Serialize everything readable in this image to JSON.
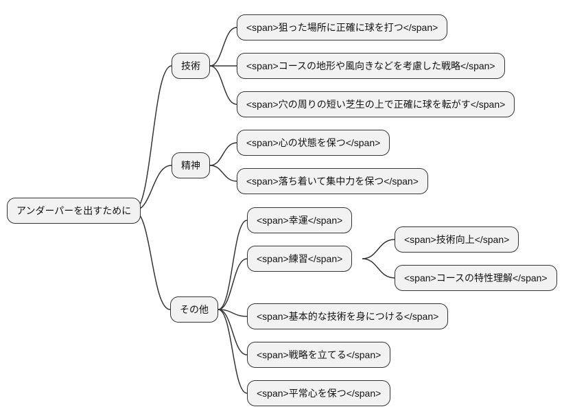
{
  "diagram": {
    "type": "mindmap",
    "node_fill": "#f2f2f2",
    "node_border": "#333333",
    "edge_color": "#333333",
    "root": {
      "label": "アンダーパーを出すために",
      "children": [
        {
          "label": "技術",
          "children": [
            {
              "label": "<span>狙った場所に正確に球を打つ</span>"
            },
            {
              "label": "<span>コースの地形や風向きなどを考慮した戦略</span>"
            },
            {
              "label": "<span>穴の周りの短い芝生の上で正確に球を転がす</span>"
            }
          ]
        },
        {
          "label": "精神",
          "children": [
            {
              "label": "<span>心の状態を保つ</span>"
            },
            {
              "label": "<span>落ち着いて集中力を保つ</span>"
            }
          ]
        },
        {
          "label": "その他",
          "children": [
            {
              "label": "<span>幸運</span>"
            },
            {
              "label": "<span>練習</span>",
              "children": [
                {
                  "label": "<span>技術向上</span>"
                },
                {
                  "label": "<span>コースの特性理解</span>"
                }
              ]
            },
            {
              "label": "<span>基本的な技術を身につける</span>"
            },
            {
              "label": "<span>戦略を立てる</span>"
            },
            {
              "label": "<span>平常心を保つ</span>"
            }
          ]
        }
      ]
    }
  }
}
